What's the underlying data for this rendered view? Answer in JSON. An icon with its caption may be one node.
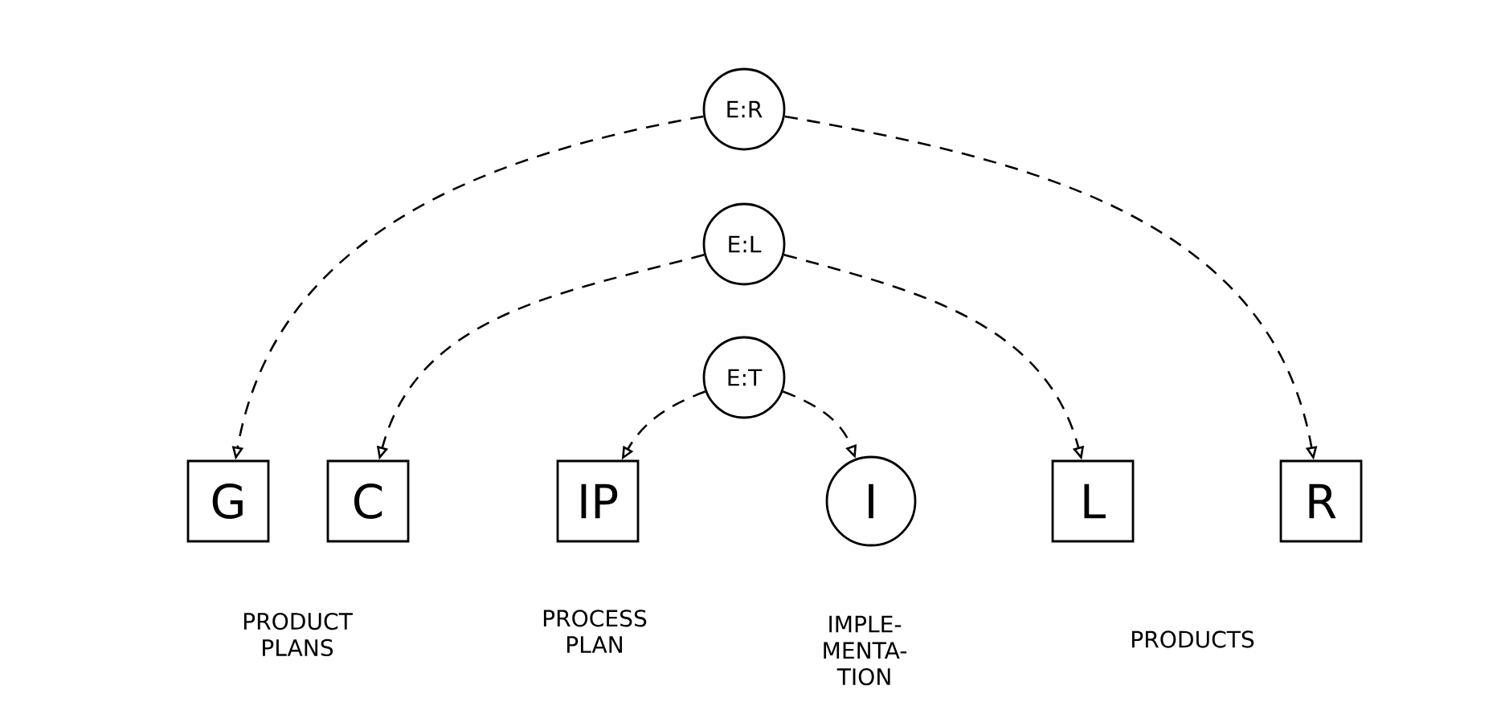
{
  "diagram": {
    "nodes": [
      {
        "text": [
          "E:R"
        ]
      },
      {
        "text": [
          "E:L"
        ]
      },
      {
        "text": [
          "E:T"
        ]
      },
      {
        "text": [
          "G"
        ]
      },
      {
        "text": [
          "C"
        ]
      },
      {
        "text": [
          "IP"
        ]
      },
      {
        "text": [
          "I"
        ]
      },
      {
        "text": [
          "L"
        ]
      },
      {
        "text": [
          "R"
        ]
      }
    ],
    "edges": [
      {
        "from": 0,
        "to": 3,
        "arrow": "to",
        "style": "dashed"
      },
      {
        "from": 0,
        "to": 8,
        "arrow": "to",
        "style": "dashed"
      },
      {
        "from": 1,
        "to": 4,
        "arrow": "to",
        "style": "dashed"
      },
      {
        "from": 1,
        "to": 7,
        "arrow": "to",
        "style": "dashed"
      },
      {
        "from": 2,
        "to": 5,
        "arrow": "to",
        "style": "dashed"
      },
      {
        "from": 2,
        "to": 6,
        "arrow": "to",
        "style": "dashed"
      }
    ],
    "labels": [
      "PRODUCT PLANS",
      "PROCESS PLAN",
      "IMPLE- MENTA- TION",
      "PRODUCTS"
    ]
  }
}
